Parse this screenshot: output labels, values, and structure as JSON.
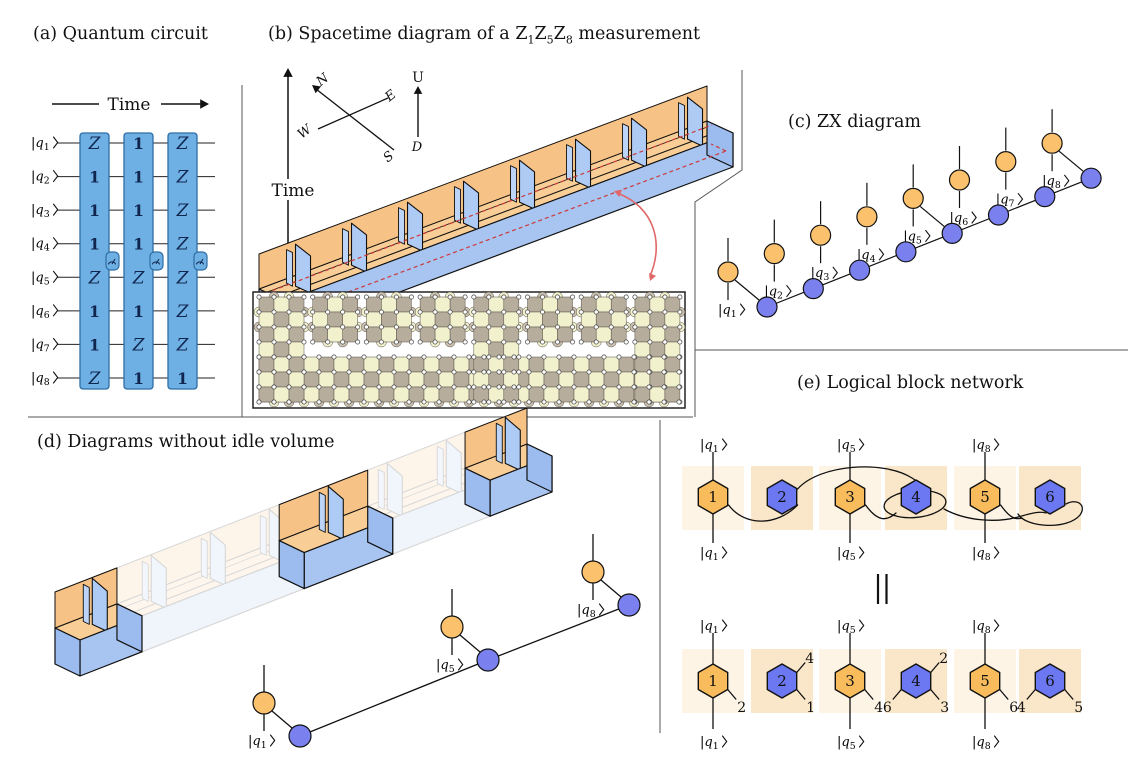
{
  "titles": {
    "a": "(a) Quantum circuit",
    "b": {
      "prefix": "(b) Spacetime diagram of a ",
      "ops": [
        {
          "base": "Z",
          "sub": "1"
        },
        {
          "base": "Z",
          "sub": "5"
        },
        {
          "base": "Z",
          "sub": "8"
        }
      ],
      "suffix": " measurement"
    },
    "c": "(c) ZX diagram",
    "d": "(d) Diagrams without idle volume",
    "e": "(e) Logical block network"
  },
  "circuit": {
    "time_label": "Time",
    "qubit_subs": [
      "1",
      "2",
      "3",
      "4",
      "5",
      "6",
      "7",
      "8"
    ],
    "columns": [
      {
        "gates": [
          "Z",
          "1",
          "1",
          "1",
          "Z",
          "1",
          "1",
          "Z"
        ]
      },
      {
        "gates": [
          "1",
          "1",
          "1",
          "1",
          "Z",
          "1",
          "Z",
          "1"
        ]
      },
      {
        "gates": [
          "Z",
          "Z",
          "Z",
          "Z",
          "Z",
          "Z",
          "Z",
          "1"
        ]
      }
    ],
    "meter_between": [
      "4",
      "5"
    ],
    "meter_icon": "measure-icon"
  },
  "spacetime": {
    "time_label": "Time",
    "compass": {
      "n": "N",
      "e": "E",
      "s": "S",
      "w": "W"
    },
    "vertical_axis": {
      "up": "U",
      "down": "D"
    },
    "lattice": {
      "patches": 8,
      "tall_patches": [
        "1",
        "5",
        "8"
      ]
    }
  },
  "zx": {
    "qubit_subs": [
      "1",
      "2",
      "3",
      "4",
      "5",
      "6",
      "7",
      "8"
    ],
    "measured_subs": [
      "1",
      "5",
      "8"
    ]
  },
  "no_idle_zx": {
    "qubit_subs": [
      "1",
      "5",
      "8"
    ]
  },
  "network": {
    "equiv": "||",
    "blocks": [
      {
        "label": "1",
        "color": "orange"
      },
      {
        "label": "2",
        "color": "blue"
      },
      {
        "label": "3",
        "color": "orange"
      },
      {
        "label": "4",
        "color": "blue"
      },
      {
        "label": "5",
        "color": "orange"
      },
      {
        "label": "6",
        "color": "blue"
      }
    ],
    "io": [
      {
        "block": "1",
        "qubit": "1"
      },
      {
        "block": "3",
        "qubit": "5"
      },
      {
        "block": "5",
        "qubit": "8"
      }
    ],
    "connections": [
      [
        "1",
        "2"
      ],
      [
        "2",
        "4"
      ],
      [
        "3",
        "4"
      ],
      [
        "4",
        "6"
      ],
      [
        "5",
        "6"
      ]
    ],
    "ports": [
      {
        "block": "1",
        "corner": "br",
        "label": "2"
      },
      {
        "block": "2",
        "corner": "tr",
        "label": "4"
      },
      {
        "block": "2",
        "corner": "br",
        "label": "1"
      },
      {
        "block": "3",
        "corner": "br",
        "label": "4"
      },
      {
        "block": "4",
        "corner": "tr",
        "label": "2"
      },
      {
        "block": "4",
        "corner": "bl",
        "label": "6"
      },
      {
        "block": "4",
        "corner": "br",
        "label": "3"
      },
      {
        "block": "5",
        "corner": "br",
        "label": "6"
      },
      {
        "block": "6",
        "corner": "bl",
        "label": "4"
      },
      {
        "block": "6",
        "corner": "br",
        "label": "5"
      }
    ]
  },
  "colors": {
    "gate_fill": "#6FB0E4",
    "gate_stroke": "#2E6DA4",
    "gate_text": "#10264F",
    "wire": "#222222",
    "divider": "#555555",
    "outline": "#111111",
    "beam_top": "#F9CE96",
    "beam_back": "#F7C285",
    "beam_front": "#A8C4F0",
    "beam_end": "#9CBBEE",
    "fin": "#AECBF5",
    "fin2": "#BBD4F7",
    "red": "#CC3B3B",
    "arrow_red": "#E06868",
    "zx_orange": "#FBC16C",
    "zx_blue": "#7B80EF",
    "hex_orange": "#F8BC5C",
    "hex_blue": "#6C78F2",
    "tile_light": "#FDF4E6",
    "tile_dark": "#FAE6C8",
    "lat_dark": "#B7AD9C",
    "lat_light": "#F1F1CE",
    "lat_bump": "#C9C0B0",
    "lat_dot": "#FFFFFF"
  }
}
